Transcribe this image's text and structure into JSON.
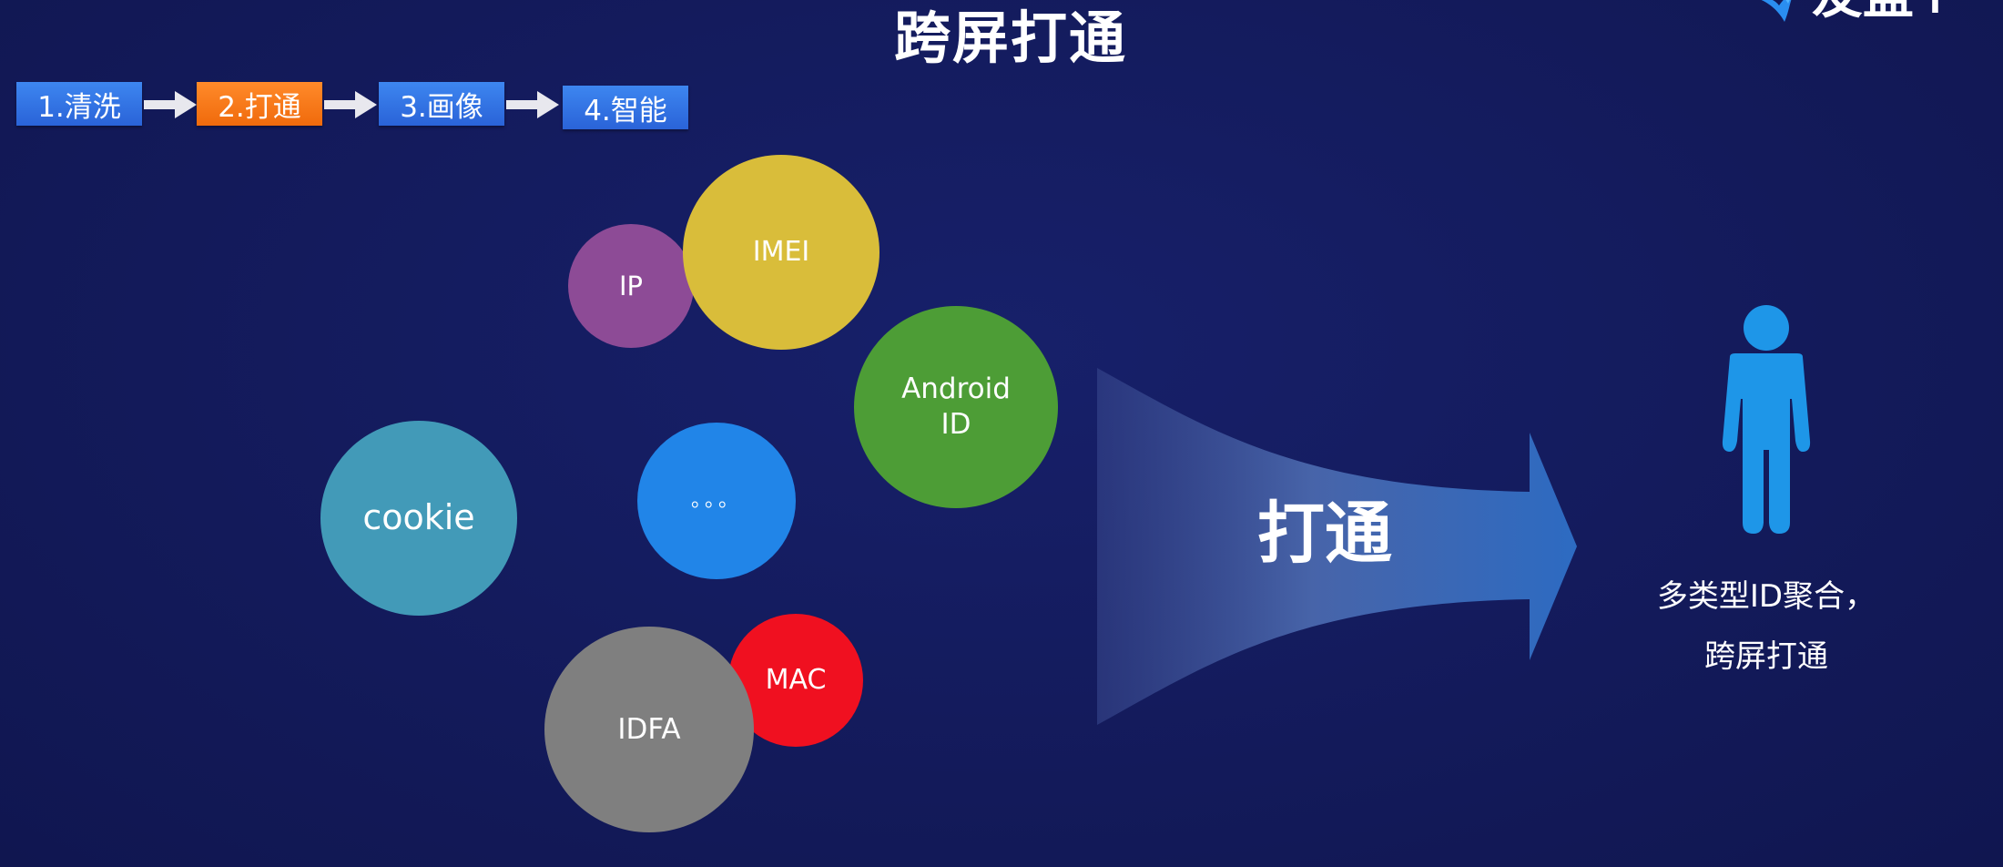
{
  "title": "跨屏打通",
  "logo": {
    "text": "友盟+",
    "icon": "bird-logo-icon"
  },
  "steps": [
    {
      "label": "1.清洗",
      "color": "#3178e6"
    },
    {
      "label": "2.打通",
      "color": "#f57a1a"
    },
    {
      "label": "3.画像",
      "color": "#3178e6"
    },
    {
      "label": "4.智能",
      "color": "#3178e6"
    }
  ],
  "bubbles": [
    {
      "label": "IP",
      "color": "#8d4b96"
    },
    {
      "label": "IMEI",
      "color": "#d9bd3a"
    },
    {
      "label": "Android\nID",
      "color": "#4d9d36"
    },
    {
      "label": "cookie",
      "color": "#429ab8"
    },
    {
      "label": "。。。",
      "color": "#2185e8"
    },
    {
      "label": "MAC",
      "color": "#f01020"
    },
    {
      "label": "IDFA",
      "color": "#7f7f7f"
    }
  ],
  "funnel_label": "打通",
  "caption": {
    "line1": "多类型ID聚合，",
    "line2": "跨屏打通"
  },
  "colors": {
    "background": "#131a5a",
    "arrow": "#2f6cc0",
    "person": "#1e96e8"
  }
}
